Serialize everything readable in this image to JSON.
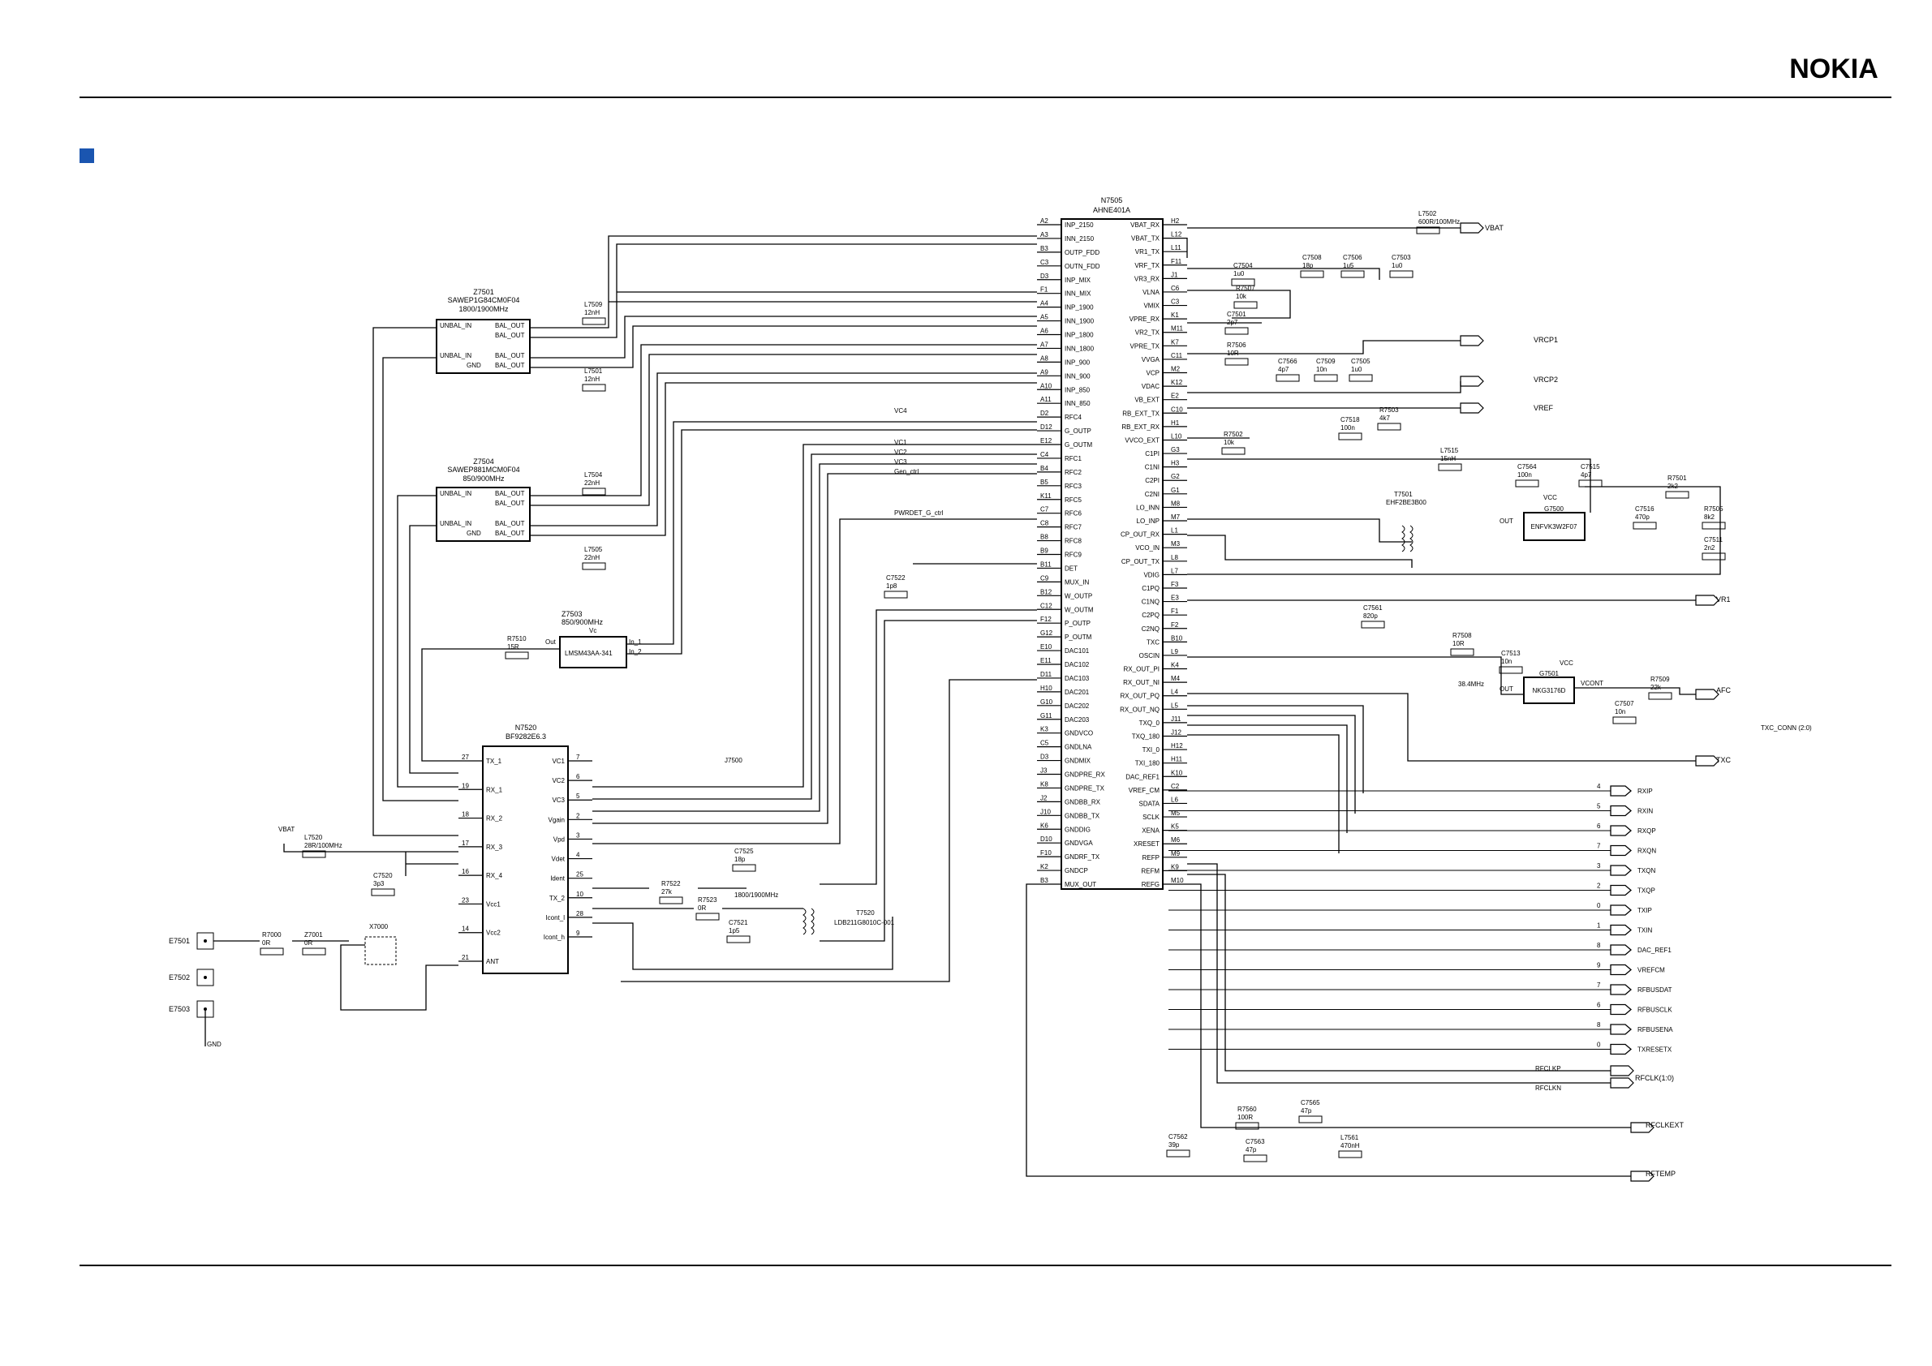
{
  "brand": {
    "logo_text": "NOKIA",
    "color": "#124191"
  },
  "colors": {
    "bullet": "#1a55b0",
    "ink": "#000000"
  },
  "chips": {
    "n7505": {
      "ref": "N7505",
      "part": "AHNE401A"
    },
    "z7501": {
      "ref": "Z7501",
      "part": "SAWEP1G84CM0F04",
      "freq": "1800/1900MHz"
    },
    "z7504": {
      "ref": "Z7504",
      "part": "SAWEP881MCM0F04",
      "freq": "850/900MHz"
    },
    "z7503": {
      "ref": "Z7503",
      "freq": "850/900MHz",
      "pin_vc": "Vc",
      "pin_out": "Out",
      "part": "LMSM43AA-341"
    },
    "n7520": {
      "ref": "N7520",
      "part": "BF9282E6.3"
    },
    "g7500": {
      "part": "ENFVK3W2F07",
      "ref": "G7500"
    },
    "g7501": {
      "part": "NKG3176D",
      "ref": "G7501"
    },
    "t7501": {
      "ref": "T7501",
      "part": "EHF2BE3B00"
    },
    "t7520": {
      "ref": "T7520",
      "part": "LDB211G8010C-001",
      "freq": "1800/1900MHz"
    },
    "x7000": {
      "ref": "X7000"
    }
  },
  "n7505_left_pins": [
    [
      "A2",
      "INP_2150"
    ],
    [
      "A3",
      "INN_2150"
    ],
    [
      "B3",
      "OUTP_FDD"
    ],
    [
      "C3",
      "OUTN_FDD"
    ],
    [
      "D3",
      "INP_MIX"
    ],
    [
      "F1",
      "INN_MIX"
    ],
    [
      "A4",
      "INP_1900"
    ],
    [
      "A5",
      "INN_1900"
    ],
    [
      "A6",
      "INP_1800"
    ],
    [
      "A7",
      "INN_1800"
    ],
    [
      "A8",
      "INP_900"
    ],
    [
      "A9",
      "INN_900"
    ],
    [
      "A10",
      "INP_850"
    ],
    [
      "A11",
      "INN_850"
    ],
    [
      "D2",
      "RFC4"
    ],
    [
      "D12",
      "G_OUTP"
    ],
    [
      "E12",
      "G_OUTM"
    ],
    [
      "C4",
      "RFC1"
    ],
    [
      "B4",
      "RFC2"
    ],
    [
      "B5",
      "RFC3"
    ],
    [
      "K11",
      "RFC5"
    ],
    [
      "C7",
      "RFC6"
    ],
    [
      "C8",
      "RFC7"
    ],
    [
      "B8",
      "RFC8"
    ],
    [
      "B9",
      "RFC9"
    ],
    [
      "B11",
      "DET"
    ],
    [
      "C9",
      "MUX_IN"
    ],
    [
      "B12",
      "W_OUTP"
    ],
    [
      "C12",
      "W_OUTM"
    ],
    [
      "F12",
      "P_OUTP"
    ],
    [
      "G12",
      "P_OUTM"
    ],
    [
      "E10",
      "DAC101"
    ],
    [
      "E11",
      "DAC102"
    ],
    [
      "D11",
      "DAC103"
    ],
    [
      "H10",
      "DAC201"
    ],
    [
      "G10",
      "DAC202"
    ],
    [
      "G11",
      "DAC203"
    ],
    [
      "K3",
      "GNDVCO"
    ],
    [
      "C5",
      "GNDLNA"
    ],
    [
      "D3",
      "GNDMIX"
    ],
    [
      "J3",
      "GNDPRE_RX"
    ],
    [
      "K8",
      "GNDPRE_TX"
    ],
    [
      "J2",
      "GNDBB_RX"
    ],
    [
      "J10",
      "GNDBB_TX"
    ],
    [
      "K6",
      "GNDDIG"
    ],
    [
      "D10",
      "GNDVGA"
    ],
    [
      "F10",
      "GNDRF_TX"
    ],
    [
      "K2",
      "GNDCP"
    ],
    [
      "B3",
      "MUX_OUT"
    ]
  ],
  "n7505_right_pins": [
    [
      "H2",
      "VBAT_RX"
    ],
    [
      "L12",
      "VBAT_TX"
    ],
    [
      "L11",
      "VR1_TX"
    ],
    [
      "F11",
      "VRF_TX"
    ],
    [
      "J1",
      "VR3_RX"
    ],
    [
      "C6",
      "VLNA"
    ],
    [
      "C3",
      "VMIX"
    ],
    [
      "K1",
      "VPRE_RX"
    ],
    [
      "M11",
      "VR2_TX"
    ],
    [
      "K7",
      "VPRE_TX"
    ],
    [
      "C11",
      "VVGA"
    ],
    [
      "M2",
      "VCP"
    ],
    [
      "K12",
      "VDAC"
    ],
    [
      "E2",
      "VB_EXT"
    ],
    [
      "C10",
      "RB_EXT_TX"
    ],
    [
      "H1",
      "RB_EXT_RX"
    ],
    [
      "L10",
      "VVCO_EXT"
    ],
    [
      "G3",
      "C1PI"
    ],
    [
      "H3",
      "C1NI"
    ],
    [
      "G2",
      "C2PI"
    ],
    [
      "G1",
      "C2NI"
    ],
    [
      "M8",
      "LO_INN"
    ],
    [
      "M7",
      "LO_INP"
    ],
    [
      "L1",
      "CP_OUT_RX"
    ],
    [
      "M3",
      "VCO_IN"
    ],
    [
      "L8",
      "CP_OUT_TX"
    ],
    [
      "L7",
      "VDIG"
    ],
    [
      "F3",
      "C1PQ"
    ],
    [
      "E3",
      "C1NQ"
    ],
    [
      "F1",
      "C2PQ"
    ],
    [
      "F2",
      "C2NQ"
    ],
    [
      "B10",
      "TXC"
    ],
    [
      "L9",
      "OSCIN"
    ],
    [
      "K4",
      "RX_OUT_PI"
    ],
    [
      "M4",
      "RX_OUT_NI"
    ],
    [
      "L4",
      "RX_OUT_PQ"
    ],
    [
      "L5",
      "RX_OUT_NQ"
    ],
    [
      "J11",
      "TXQ_0"
    ],
    [
      "J12",
      "TXQ_180"
    ],
    [
      "H12",
      "TXI_0"
    ],
    [
      "H11",
      "TXI_180"
    ],
    [
      "K10",
      "DAC_REF1"
    ],
    [
      "C2",
      "VREF_CM"
    ],
    [
      "L6",
      "SDATA"
    ],
    [
      "M5",
      "SCLK"
    ],
    [
      "K5",
      "XENA"
    ],
    [
      "M6",
      "XRESET"
    ],
    [
      "M9",
      "REFP"
    ],
    [
      "K9",
      "REFM"
    ],
    [
      "M10",
      "REFG"
    ]
  ],
  "n7520_left_pins": [
    [
      "27",
      "TX_1"
    ],
    [
      "19",
      "RX_1"
    ],
    [
      "18",
      "RX_2"
    ],
    [
      "17",
      "RX_3"
    ],
    [
      "16",
      "RX_4"
    ],
    [
      "23",
      "Vcc1"
    ],
    [
      "14",
      "Vcc2"
    ],
    [
      "21",
      "ANT"
    ]
  ],
  "n7520_right_pins": [
    [
      "7",
      "VC1"
    ],
    [
      "6",
      "VC2"
    ],
    [
      "5",
      "VC3"
    ],
    [
      "2",
      "Vgain"
    ],
    [
      "3",
      "Vpd"
    ],
    [
      "4",
      "Vdet"
    ],
    [
      "25",
      "Ident"
    ],
    [
      "10",
      "TX_2"
    ],
    [
      "28",
      "Icont_l"
    ],
    [
      "9",
      "Icont_h"
    ]
  ],
  "components": [
    [
      "L7502",
      "600R/100MHz"
    ],
    [
      "C7504",
      "1u0"
    ],
    [
      "C7508",
      "18p"
    ],
    [
      "C7506",
      "1u5"
    ],
    [
      "C7503",
      "1u0"
    ],
    [
      "R7507",
      "10k"
    ],
    [
      "C7501",
      "2p7"
    ],
    [
      "R7506",
      "10R"
    ],
    [
      "C7566",
      "4p7"
    ],
    [
      "C7509",
      "10n"
    ],
    [
      "C7505",
      "1u0"
    ],
    [
      "C7518",
      "100n"
    ],
    [
      "R7503",
      "4k7"
    ],
    [
      "R7502",
      "10k"
    ],
    [
      "L7515",
      "15nH"
    ],
    [
      "C7564",
      "100n"
    ],
    [
      "C7515",
      "4p7"
    ],
    [
      "R7501",
      "2k2"
    ],
    [
      "C7516",
      "470p"
    ],
    [
      "R7505",
      "8k2"
    ],
    [
      "C7511",
      "2n2"
    ],
    [
      "C7561",
      "820p"
    ],
    [
      "R7508",
      "10R"
    ],
    [
      "C7513",
      "10n"
    ],
    [
      "R7509",
      "22k"
    ],
    [
      "C7507",
      "10n"
    ],
    [
      "L7509",
      "12nH"
    ],
    [
      "L7501",
      "12nH"
    ],
    [
      "L7504",
      "22nH"
    ],
    [
      "L7505",
      "22nH"
    ],
    [
      "R7510",
      "15R"
    ],
    [
      "C7522",
      "1p8"
    ],
    [
      "C7525",
      "18p"
    ],
    [
      "R7522",
      "27k"
    ],
    [
      "R7523",
      "0R"
    ],
    [
      "C7521",
      "1p5"
    ],
    [
      "L7520",
      "28R/100MHz"
    ],
    [
      "C7520",
      "3p3"
    ],
    [
      "R7000",
      "0R"
    ],
    [
      "Z7001",
      "0R"
    ],
    [
      "R7560",
      "100R"
    ],
    [
      "C7565",
      "47p"
    ],
    [
      "C7562",
      "39p"
    ],
    [
      "C7563",
      "47p"
    ],
    [
      "L7561",
      "470nH"
    ]
  ],
  "labels": {
    "vbat": "VBAT",
    "vr1": "VR1",
    "vrcp1": "VRCP1",
    "vrcp2": "VRCP2",
    "vref": "VREF",
    "afc": "AFC",
    "txc": "TXC",
    "txc_conn": "TXC_CONN (2:0)",
    "gnd": "GND",
    "vc4": "VC4",
    "vc1": "VC1",
    "vc2": "VC2",
    "vc3": "VC3",
    "gen_ctrl": "Gen_ctrl",
    "pwrdet": "PWRDET_G_ctrl",
    "j7500": "J7500",
    "unbal_in": "UNBAL_IN",
    "bal_out": "BAL_OUT",
    "out": "OUT",
    "vcc": "VCC",
    "vcont": "VCONT",
    "osc_freq": "38.4MHz",
    "in1": "In_1",
    "in2": "In_2",
    "e7501": "E7501",
    "e7502": "E7502",
    "e7503": "E7503",
    "rfclkp": "RFCLKP",
    "rfclkn": "RFCLKN",
    "rfclk": "RFCLK(1:0)",
    "rfclkext": "RFCLKEXT",
    "rftemp": "RFTEMP"
  },
  "right_ports": [
    [
      "4",
      "RXIP"
    ],
    [
      "5",
      "RXIN"
    ],
    [
      "6",
      "RXQP"
    ],
    [
      "7",
      "RXQN"
    ],
    [
      "3",
      "TXQN"
    ],
    [
      "2",
      "TXQP"
    ],
    [
      "0",
      "TXIP"
    ],
    [
      "1",
      "TXIN"
    ],
    [
      "8",
      "DAC_REF1"
    ],
    [
      "9",
      "VREFCM"
    ],
    [
      "7",
      "RFBUSDAT"
    ],
    [
      "6",
      "RFBUSCLK"
    ],
    [
      "8",
      "RFBUSENA"
    ],
    [
      "0",
      "TXRESETX"
    ]
  ]
}
